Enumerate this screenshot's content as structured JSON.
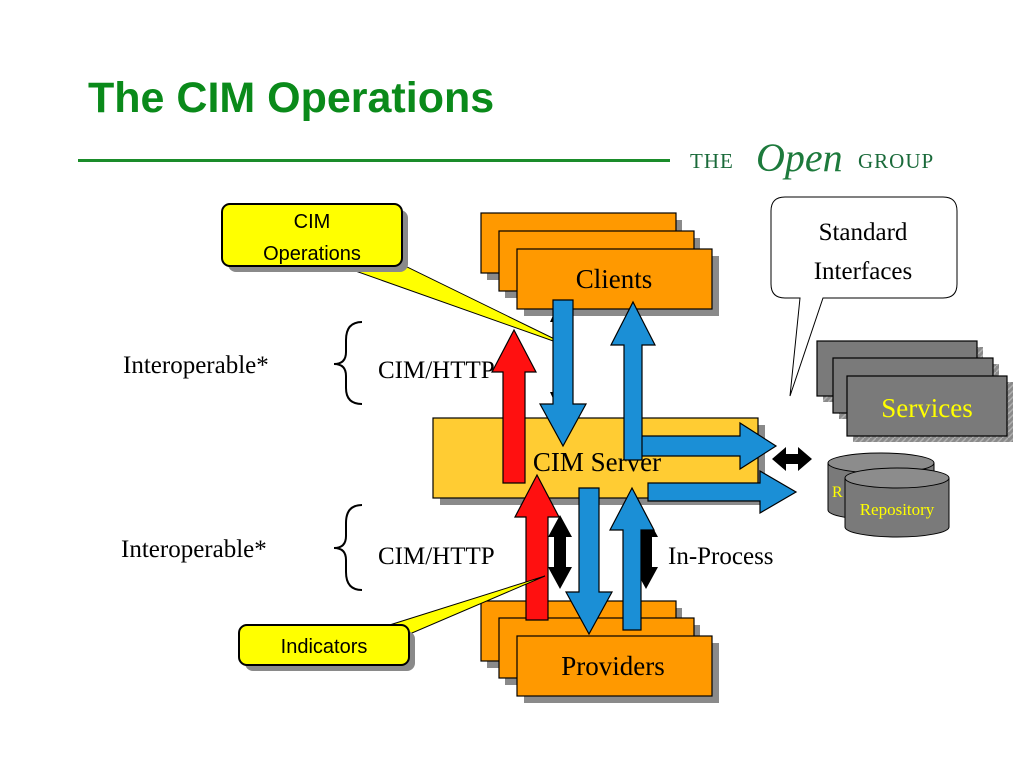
{
  "title": "The CIM Operations",
  "logo": {
    "the": "THE",
    "open": "Open",
    "group": "GROUP"
  },
  "callouts": {
    "cim_operations": {
      "line1": "CIM",
      "line2": "Operations"
    },
    "indicators": "Indicators",
    "standard_interfaces": {
      "line1": "Standard",
      "line2": "Interfaces"
    }
  },
  "boxes": {
    "clients": "Clients",
    "cim_server": "CIM Server",
    "providers": "Providers",
    "services": "Services",
    "repository_back": "R",
    "repository": "Repository"
  },
  "labels": {
    "interop_top": "Interoperable*",
    "interop_bottom": "Interoperable*",
    "cim_http_top": "CIM/HTTP",
    "cim_http_bottom": "CIM/HTTP",
    "in_process": "In-Process"
  },
  "colors": {
    "title_green": "#0a8a1a",
    "orange": "#ff9900",
    "server_yellow": "#ffcc33",
    "gray": "#7a7a7a",
    "blue_arrow": "#1b8fd6",
    "red_arrow": "#ff1010",
    "callout_yellow": "#ffff00"
  }
}
